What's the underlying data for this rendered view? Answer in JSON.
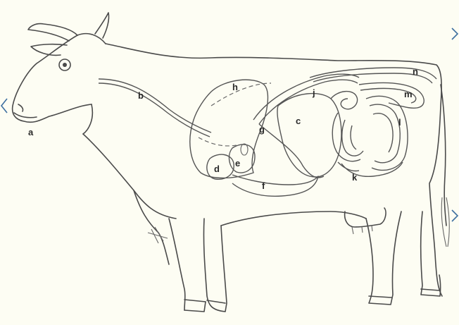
{
  "diagram": {
    "labels": {
      "a": "a",
      "b": "b",
      "c": "c",
      "d": "d",
      "e": "e",
      "f": "f",
      "g": "g",
      "h": "h",
      "j": "j",
      "k": "k",
      "l": "l",
      "m": "m",
      "n": "n"
    }
  },
  "colors": {
    "background": "#fdfdf3",
    "line": "#4a4a4a",
    "nav_chevron": "#3d6fa0"
  },
  "icons": {
    "prev": "chevron-left-icon",
    "next": "chevron-right-icon"
  }
}
